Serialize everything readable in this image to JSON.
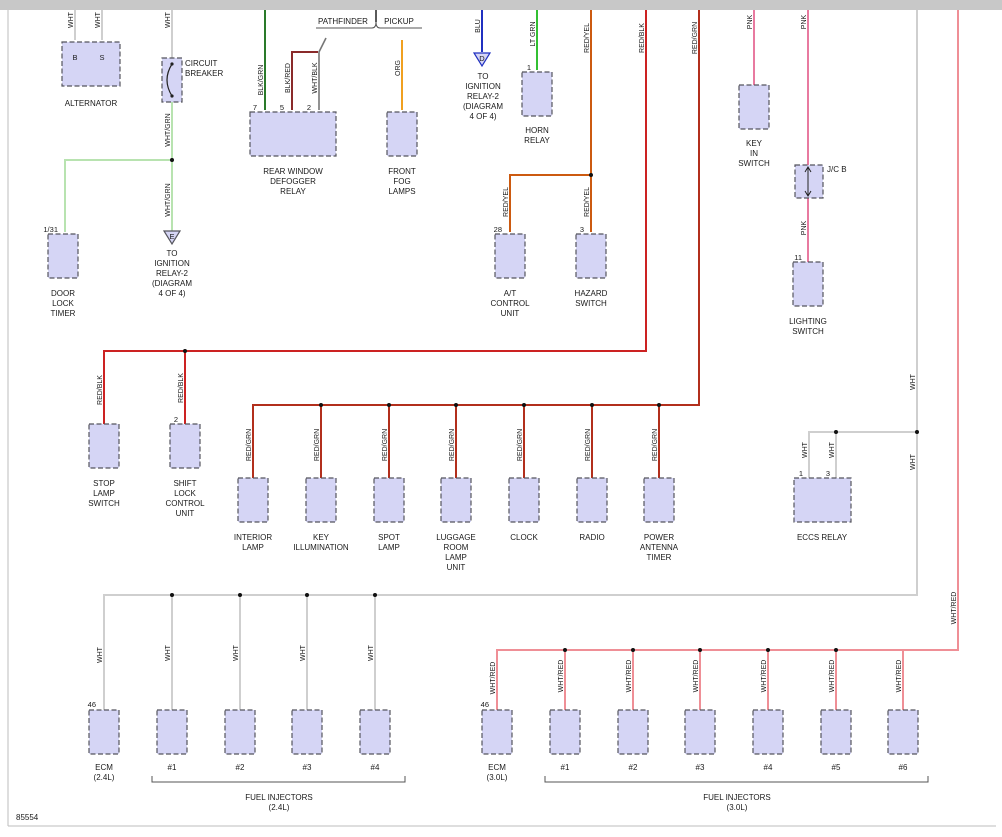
{
  "colors": {
    "white": "#cfcfcf",
    "wht_grn": "#b8e3b0",
    "red": "#cc2222",
    "red_grn": "#b22f1c",
    "red_yel": "#cc5a10",
    "pnk": "#e87aa0",
    "blu": "#2030c0",
    "lt_grn": "#33c033",
    "orange": "#f0a020",
    "bk_grn": "#2a7a2a",
    "bk_red": "#8a2a2a",
    "wht_red": "#ef8f96",
    "box_fill": "#d5d5f5",
    "frame": "#bdbdbd"
  },
  "figure_id": "85554",
  "top_labels": {
    "pathfinder": "PATHFINDER",
    "pickup": "PICKUP"
  },
  "wires": {
    "wht": "WHT",
    "wht_grn": "WHT/GRN",
    "bk_grn": "BLK/GRN",
    "bk_red": "BLK/RED",
    "wht_blk": "WHT/BLK",
    "org": "ORG",
    "blu": "BLU",
    "lt_grn": "LT GRN",
    "red_yel": "RED/YEL",
    "red_blk": "RED/BLK",
    "pnk": "PNK",
    "red_grn": "RED/GRN",
    "wht_red": "WHT/RED"
  },
  "pins": {
    "b": "B",
    "s": "S",
    "p7": "7",
    "p5": "5",
    "p2": "2",
    "d": "D",
    "e": "E",
    "p1": "1",
    "p131": "1/31",
    "p28": "28",
    "p3": "3",
    "p11": "11",
    "p46": "46"
  },
  "components": {
    "alternator": [
      "ALTERNATOR"
    ],
    "circuit_breaker": [
      "CIRCUIT",
      "BREAKER"
    ],
    "rear_window_defogger_relay": [
      "REAR WINDOW",
      "DEFOGGER",
      "RELAY"
    ],
    "front_fog_lamps": [
      "FRONT",
      "FOG",
      "LAMPS"
    ],
    "to_ign_relay_d": [
      "TO",
      "IGNITION",
      "RELAY-2",
      "(DIAGRAM",
      "4 OF 4)"
    ],
    "horn_relay": [
      "HORN",
      "RELAY"
    ],
    "key_in_switch": [
      "KEY",
      "IN",
      "SWITCH"
    ],
    "jc_b": [
      "J/C B"
    ],
    "door_lock_timer": [
      "DOOR",
      "LOCK",
      "TIMER"
    ],
    "to_ign_relay_e": [
      "TO",
      "IGNITION",
      "RELAY-2",
      "(DIAGRAM",
      "4 OF 4)"
    ],
    "at_control_unit": [
      "A/T",
      "CONTROL",
      "UNIT"
    ],
    "hazard_switch": [
      "HAZARD",
      "SWITCH"
    ],
    "lighting_switch": [
      "LIGHTING",
      "SWITCH"
    ],
    "stop_lamp_switch": [
      "STOP",
      "LAMP",
      "SWITCH"
    ],
    "shift_lock_control_unit": [
      "SHIFT",
      "LOCK",
      "CONTROL",
      "UNIT"
    ],
    "interior_lamp": [
      "INTERIOR",
      "LAMP"
    ],
    "key_illumination": [
      "KEY",
      "ILLUMINATION"
    ],
    "spot_lamp": [
      "SPOT",
      "LAMP"
    ],
    "luggage_room_lamp_unit": [
      "LUGGAGE",
      "ROOM",
      "LAMP",
      "UNIT"
    ],
    "clock": [
      "CLOCK"
    ],
    "radio": [
      "RADIO"
    ],
    "power_antenna_timer": [
      "POWER",
      "ANTENNA",
      "TIMER"
    ],
    "eccs_relay": [
      "ECCS RELAY"
    ],
    "ecm_24": [
      "ECM",
      "(2.4L)"
    ],
    "ecm_30": [
      "ECM",
      "(3.0L)"
    ],
    "inj_1": [
      "#1"
    ],
    "inj_2": [
      "#2"
    ],
    "inj_3": [
      "#3"
    ],
    "inj_4": [
      "#4"
    ],
    "inj_5": [
      "#5"
    ],
    "inj_6": [
      "#6"
    ],
    "fuel_injectors_24": [
      "FUEL INJECTORS",
      "(2.4L)"
    ],
    "fuel_injectors_30": [
      "FUEL INJECTORS",
      "(3.0L)"
    ]
  }
}
